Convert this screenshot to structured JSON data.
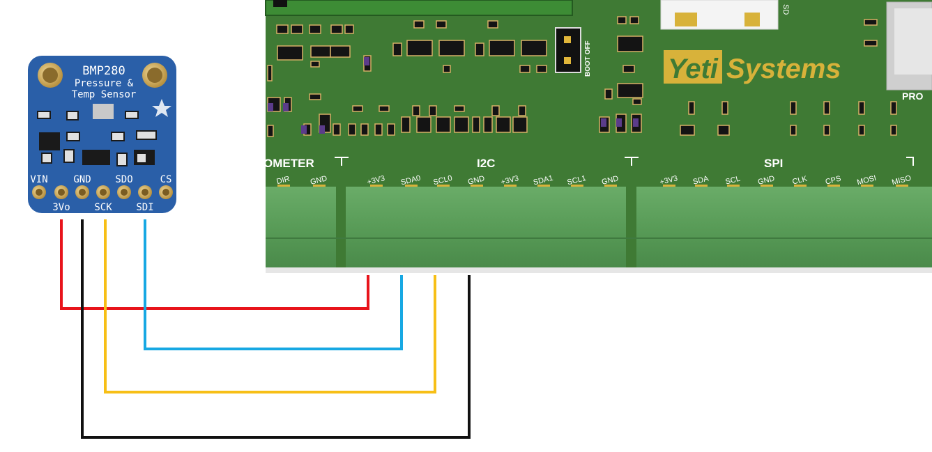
{
  "sensor": {
    "line1": "BMP280",
    "line2": "Pressure &",
    "line3": "Temp Sensor",
    "top_pins": [
      "VIN",
      "GND",
      "SDO",
      "CS"
    ],
    "bottom_pins": [
      "3Vo",
      "SCK",
      "SDI"
    ],
    "pcb_color": "#2a5fa8"
  },
  "board": {
    "brand_part1": "Yeti",
    "brand_part2": "Systems",
    "jumper_label": "BOOT OFF",
    "corner_label_sd": "SD",
    "corner_label_pro": "PRO",
    "pcb_color": "#3f7a34",
    "terminal_color": "#5a9d5a",
    "brand_color": "#d8b23a",
    "sections": [
      {
        "title": "OMETER",
        "pins": [
          "DIR",
          "GND"
        ]
      },
      {
        "title": "I2C",
        "pins": [
          "+3V3",
          "SDA0",
          "SCL0",
          "GND",
          "+3V3",
          "SDA1",
          "SCL1",
          "GND"
        ]
      },
      {
        "title": "SPI",
        "pins": [
          "+3V3",
          "SDA",
          "SCL",
          "GND",
          "CLK",
          "CPS",
          "MOSI",
          "MISO"
        ]
      }
    ]
  },
  "wires": [
    {
      "color": "#e8141b",
      "from_pin": "3Vo",
      "to_pin": "+3V3"
    },
    {
      "color": "#17a8e3",
      "from_pin": "SDI",
      "to_pin": "SDA0"
    },
    {
      "color": "#f7bf16",
      "from_pin": "SCK",
      "to_pin": "SCL0"
    },
    {
      "color": "#111111",
      "from_pin": "GND",
      "to_pin": "GND"
    }
  ]
}
